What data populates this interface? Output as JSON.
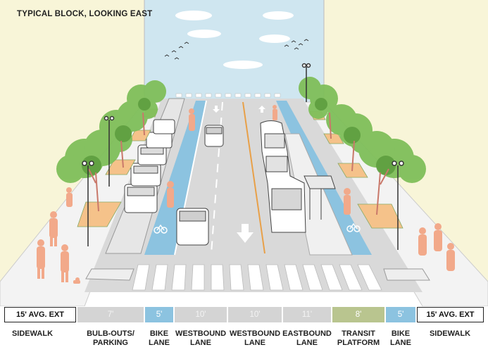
{
  "title": "TYPICAL BLOCK, LOOKING EAST",
  "colors": {
    "sky": "#cfe6f0",
    "building": "#f8f5d8",
    "road": "#d9d9d9",
    "bike_lane": "#8cc3e0",
    "transit_platform": "#b9c58f",
    "pedestrian": "#f2a98a",
    "tree_pit": "#f5c28a",
    "foliage": "#7fbf5a",
    "center_line": "#e8a048"
  },
  "segments": [
    {
      "width": "15' AVG. EXT",
      "label": [
        "SIDEWALK"
      ],
      "style": "outline"
    },
    {
      "width": "7'",
      "label": [
        "BULB-OUTS/",
        "PARKING"
      ],
      "style": "grey"
    },
    {
      "width": "5'",
      "label": [
        "BIKE",
        "LANE"
      ],
      "style": "blue"
    },
    {
      "width": "10'",
      "label": [
        "WESTBOUND",
        "LANE"
      ],
      "style": "grey"
    },
    {
      "width": "10'",
      "label": [
        "WESTBOUND",
        "LANE"
      ],
      "style": "grey"
    },
    {
      "width": "11'",
      "label": [
        "EASTBOUND",
        "LANE"
      ],
      "style": "grey"
    },
    {
      "width": "8'",
      "label": [
        "TRANSIT",
        "PLATFORM"
      ],
      "style": "green"
    },
    {
      "width": "5'",
      "label": [
        "BIKE",
        "LANE"
      ],
      "style": "blue"
    },
    {
      "width": "15' AVG. EXT",
      "label": [
        "SIDEWALK"
      ],
      "style": "outline"
    }
  ]
}
